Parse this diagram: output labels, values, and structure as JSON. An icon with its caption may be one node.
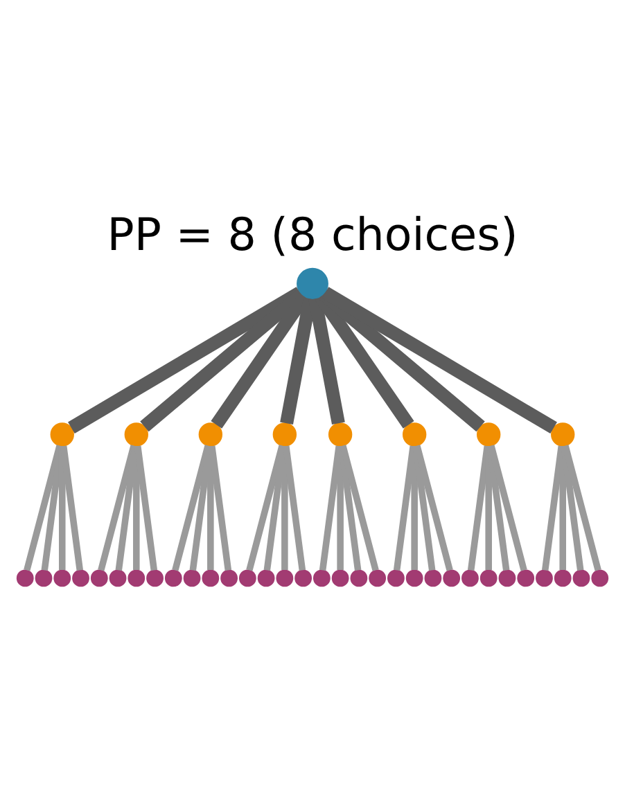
{
  "diagram": {
    "title": "PP = 8 (8 choices)",
    "nodes": [
      {
        "text": [],
        "shape": "circle"
      },
      {
        "text": [],
        "shape": "circle"
      },
      {
        "text": [],
        "shape": "circle"
      },
      {
        "text": [],
        "shape": "circle"
      },
      {
        "text": [],
        "shape": "circle"
      },
      {
        "text": [],
        "shape": "circle"
      },
      {
        "text": [],
        "shape": "circle"
      },
      {
        "text": [],
        "shape": "circle"
      },
      {
        "text": [],
        "shape": "circle"
      },
      {
        "text": [],
        "shape": "circle"
      },
      {
        "text": [],
        "shape": "circle"
      },
      {
        "text": [],
        "shape": "circle"
      },
      {
        "text": [],
        "shape": "circle"
      },
      {
        "text": [],
        "shape": "circle"
      },
      {
        "text": [],
        "shape": "circle"
      },
      {
        "text": [],
        "shape": "circle"
      },
      {
        "text": [],
        "shape": "circle"
      },
      {
        "text": [],
        "shape": "circle"
      },
      {
        "text": [],
        "shape": "circle"
      },
      {
        "text": [],
        "shape": "circle"
      },
      {
        "text": [],
        "shape": "circle"
      },
      {
        "text": [],
        "shape": "circle"
      },
      {
        "text": [],
        "shape": "circle"
      },
      {
        "text": [],
        "shape": "circle"
      },
      {
        "text": [],
        "shape": "circle"
      },
      {
        "text": [],
        "shape": "circle"
      },
      {
        "text": [],
        "shape": "circle"
      },
      {
        "text": [],
        "shape": "circle"
      },
      {
        "text": [],
        "shape": "circle"
      },
      {
        "text": [],
        "shape": "circle"
      },
      {
        "text": [],
        "shape": "circle"
      },
      {
        "text": [],
        "shape": "circle"
      },
      {
        "text": [],
        "shape": "circle"
      },
      {
        "text": [],
        "shape": "circle"
      },
      {
        "text": [],
        "shape": "circle"
      },
      {
        "text": [],
        "shape": "circle"
      },
      {
        "text": [],
        "shape": "circle"
      },
      {
        "text": [],
        "shape": "circle"
      },
      {
        "text": [],
        "shape": "circle"
      },
      {
        "text": [],
        "shape": "circle"
      },
      {
        "text": [],
        "shape": "circle"
      }
    ],
    "edges": [
      {
        "from": 0,
        "to": 1,
        "arrow": "none",
        "style": "thick",
        "color": "#5c5c5c"
      },
      {
        "from": 0,
        "to": 2,
        "arrow": "none",
        "style": "thick",
        "color": "#5c5c5c"
      },
      {
        "from": 0,
        "to": 3,
        "arrow": "none",
        "style": "thick",
        "color": "#5c5c5c"
      },
      {
        "from": 0,
        "to": 4,
        "arrow": "none",
        "style": "thick",
        "color": "#5c5c5c"
      },
      {
        "from": 0,
        "to": 5,
        "arrow": "none",
        "style": "thick",
        "color": "#5c5c5c"
      },
      {
        "from": 0,
        "to": 6,
        "arrow": "none",
        "style": "thick",
        "color": "#5c5c5c"
      },
      {
        "from": 0,
        "to": 7,
        "arrow": "none",
        "style": "thick",
        "color": "#5c5c5c"
      },
      {
        "from": 0,
        "to": 8,
        "arrow": "none",
        "style": "thick",
        "color": "#5c5c5c"
      },
      {
        "from": 1,
        "to": 9,
        "arrow": "none"
      },
      {
        "from": 1,
        "to": 10,
        "arrow": "none"
      },
      {
        "from": 1,
        "to": 11,
        "arrow": "none"
      },
      {
        "from": 1,
        "to": 12,
        "arrow": "none"
      },
      {
        "from": 2,
        "to": 13,
        "arrow": "none"
      },
      {
        "from": 2,
        "to": 14,
        "arrow": "none"
      },
      {
        "from": 2,
        "to": 15,
        "arrow": "none"
      },
      {
        "from": 2,
        "to": 16,
        "arrow": "none"
      },
      {
        "from": 3,
        "to": 17,
        "arrow": "none"
      },
      {
        "from": 3,
        "to": 18,
        "arrow": "none"
      },
      {
        "from": 3,
        "to": 19,
        "arrow": "none"
      },
      {
        "from": 3,
        "to": 20,
        "arrow": "none"
      },
      {
        "from": 4,
        "to": 21,
        "arrow": "none"
      },
      {
        "from": 4,
        "to": 22,
        "arrow": "none"
      },
      {
        "from": 4,
        "to": 23,
        "arrow": "none"
      },
      {
        "from": 4,
        "to": 24,
        "arrow": "none"
      },
      {
        "from": 5,
        "to": 25,
        "arrow": "none"
      },
      {
        "from": 5,
        "to": 26,
        "arrow": "none"
      },
      {
        "from": 5,
        "to": 27,
        "arrow": "none"
      },
      {
        "from": 5,
        "to": 28,
        "arrow": "none"
      },
      {
        "from": 6,
        "to": 29,
        "arrow": "none"
      },
      {
        "from": 6,
        "to": 30,
        "arrow": "none"
      },
      {
        "from": 6,
        "to": 31,
        "arrow": "none"
      },
      {
        "from": 6,
        "to": 32,
        "arrow": "none"
      },
      {
        "from": 7,
        "to": 33,
        "arrow": "none"
      },
      {
        "from": 7,
        "to": 34,
        "arrow": "none"
      },
      {
        "from": 7,
        "to": 35,
        "arrow": "none"
      },
      {
        "from": 7,
        "to": 36,
        "arrow": "none"
      },
      {
        "from": 8,
        "to": 37,
        "arrow": "none"
      },
      {
        "from": 8,
        "to": 38,
        "arrow": "none"
      },
      {
        "from": 8,
        "to": 39,
        "arrow": "none"
      },
      {
        "from": 8,
        "to": 40,
        "arrow": "none"
      }
    ]
  }
}
